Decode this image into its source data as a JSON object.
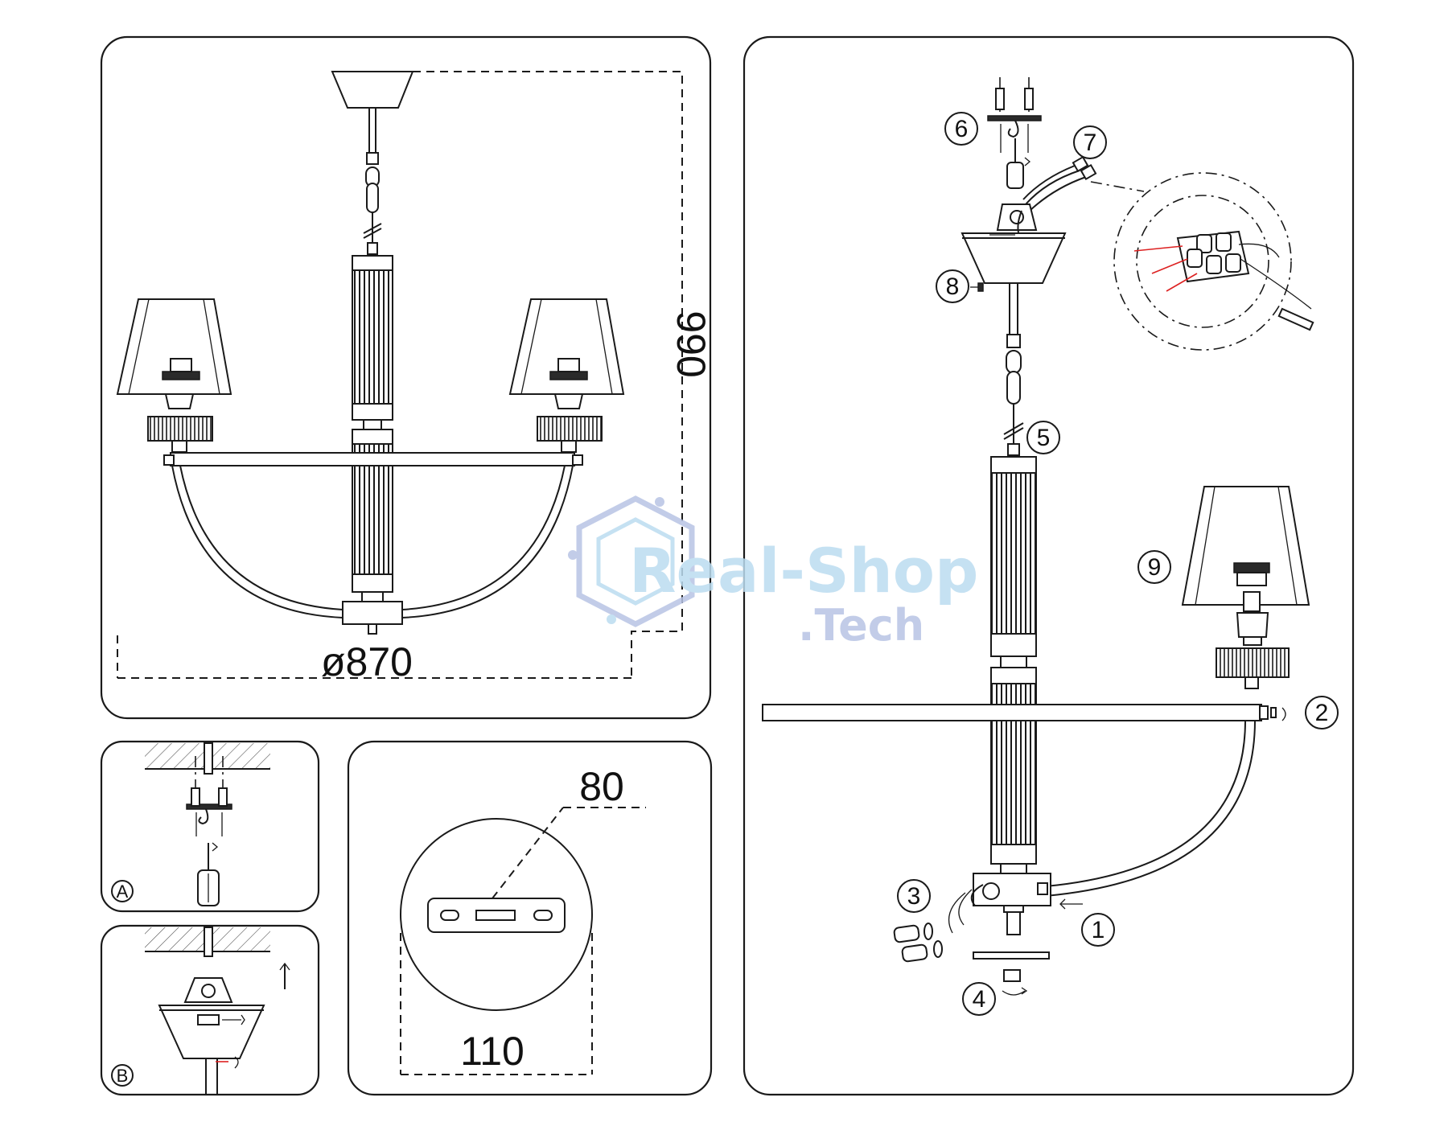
{
  "dimensions": {
    "height": "990",
    "diameter": "ø870",
    "mount_slot": "80",
    "mount_diameter": "110"
  },
  "step_labels": [
    "1",
    "2",
    "3",
    "4",
    "5",
    "6",
    "7",
    "8",
    "9"
  ],
  "detail_labels": [
    "A",
    "B"
  ],
  "watermark": {
    "line1": "Real-Shop",
    "line2": ".Tech",
    "icon": "hexagon-circuit-icon"
  },
  "colors": {
    "line": "#1a1a1a",
    "wire_red": "#dd2222",
    "watermark_blue": "#bcdcf0"
  }
}
